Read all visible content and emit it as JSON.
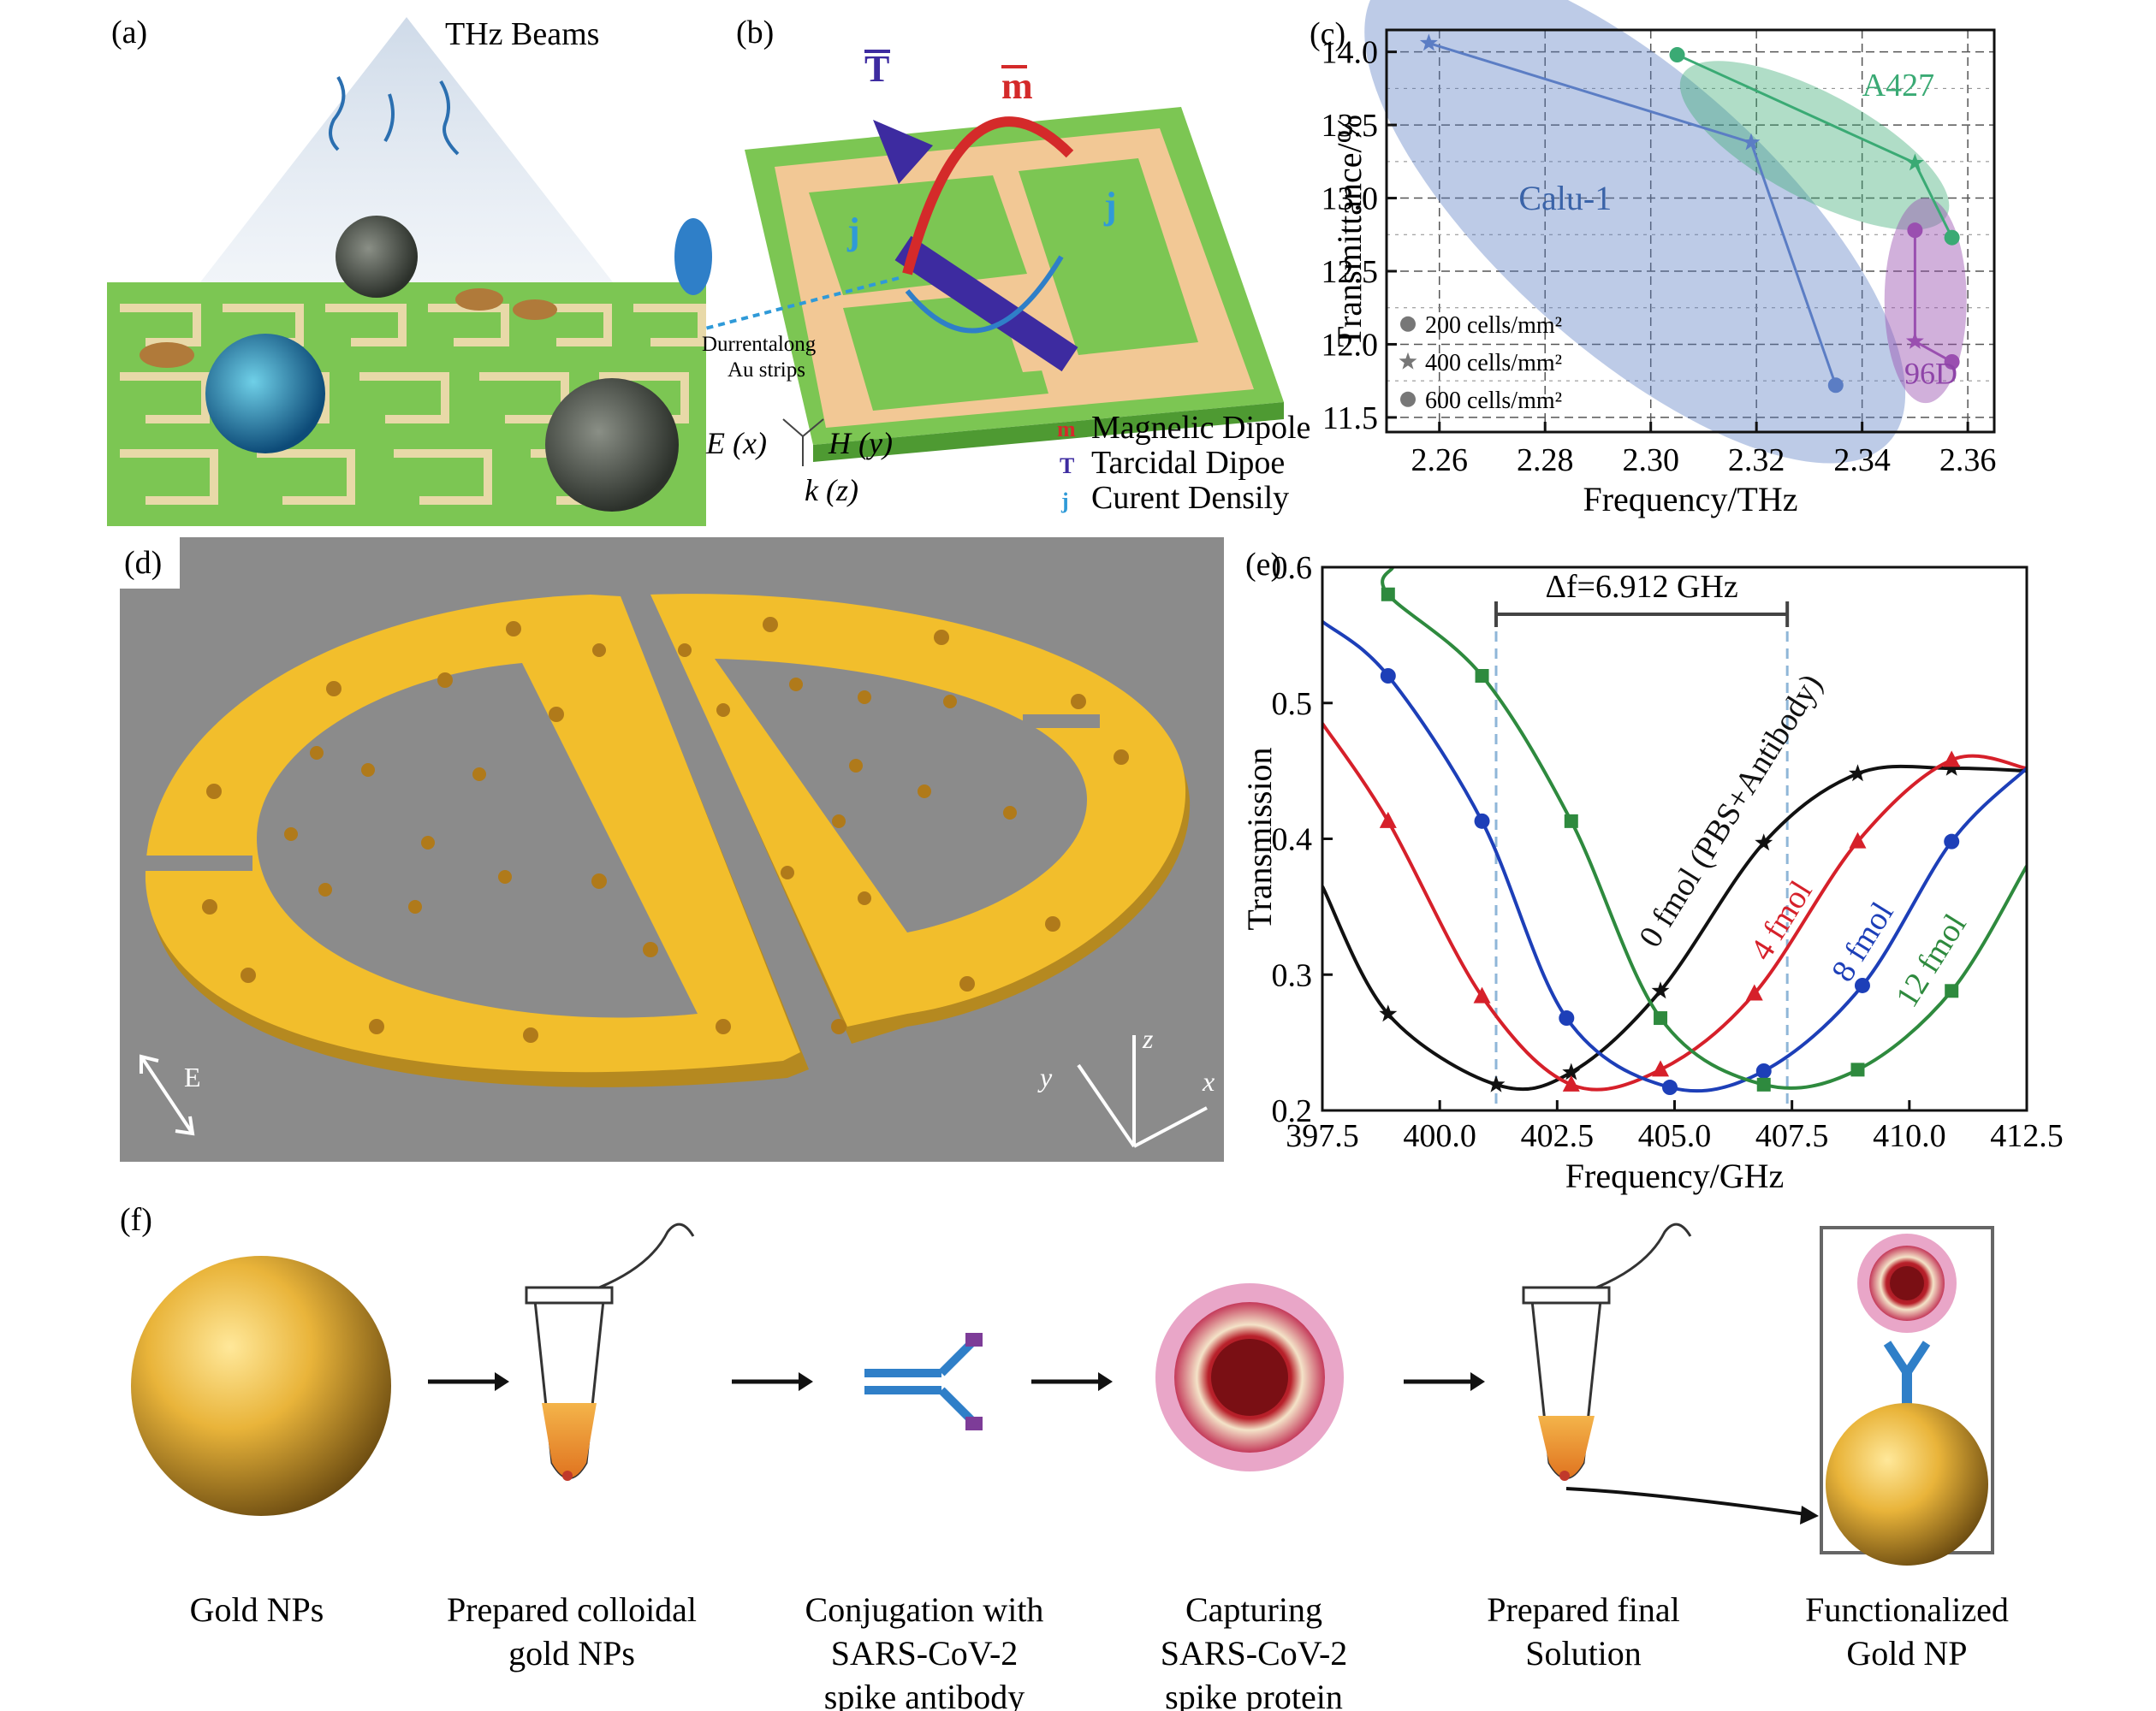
{
  "panels": {
    "a": {
      "label": "(a)",
      "beam_text": "THz Beams"
    },
    "b": {
      "label": "(b)",
      "vec_T": "T",
      "vec_m": "m",
      "vec_j": "j",
      "strip_label_1": "Durrentalong",
      "strip_label_2": "Au strips",
      "axes_E": "E (x)",
      "axes_H": "H (y)",
      "axes_k": "k (z)",
      "legend": [
        "Magnelic Dipole",
        "Tarcidal Dipoe",
        "Curent Densily"
      ]
    },
    "c": {
      "label": "(c)"
    },
    "d": {
      "label": "(d)",
      "pol_label": "E",
      "axis_x": "x",
      "axis_y": "y",
      "axis_z": "z"
    },
    "e": {
      "label": "(e)"
    },
    "f": {
      "label": "(f)",
      "steps": [
        [
          "Gold NPs"
        ],
        [
          "Prepared colloidal",
          "gold NPs"
        ],
        [
          "Conjugation with",
          "SARS-CoV-2",
          "spike antibody"
        ],
        [
          "Capturing",
          "SARS-CoV-2",
          "spike protein"
        ],
        [
          "Prepared final",
          "Solution"
        ],
        [
          "Functionalized",
          "Gold NP"
        ]
      ]
    }
  },
  "colors": {
    "green": "#3aa36a",
    "blue": "#1d3fb8",
    "red": "#d6202a",
    "black": "#111111",
    "purple": "#8e44a8",
    "gold": "#e5b53a"
  },
  "chart_data": [
    {
      "type": "scatter",
      "panel": "c",
      "xlabel": "Frequency/THz",
      "ylabel": "Transmittance/%",
      "xlim": [
        2.25,
        2.365
      ],
      "ylim": [
        11.4,
        14.15
      ],
      "xticks": [
        2.26,
        2.28,
        2.3,
        2.32,
        2.34,
        2.36
      ],
      "yticks": [
        11.5,
        12.0,
        12.5,
        13.0,
        13.5,
        14.0
      ],
      "grid": true,
      "legend": [
        "200 cells/mm²",
        "400 cells/mm²",
        "600 cells/mm²"
      ],
      "legend_position": "bottom-left",
      "series": [
        {
          "name": "Calu-1",
          "color": "#5b7dc4",
          "points": [
            [
              2.258,
              14.06
            ],
            [
              2.319,
              13.38
            ],
            [
              2.335,
              11.72
            ]
          ]
        },
        {
          "name": "A427",
          "color": "#3aaa74",
          "points": [
            [
              2.305,
              13.98
            ],
            [
              2.35,
              13.24
            ],
            [
              2.357,
              12.73
            ]
          ]
        },
        {
          "name": "96D",
          "color": "#9a4fb0",
          "points": [
            [
              2.35,
              12.78
            ],
            [
              2.35,
              12.02
            ],
            [
              2.357,
              11.88
            ]
          ]
        }
      ]
    },
    {
      "type": "line",
      "panel": "e",
      "xlabel": "Frequency/GHz",
      "ylabel": "Transmission",
      "xlim": [
        397.5,
        412.5
      ],
      "ylim": [
        0.2,
        0.6
      ],
      "xticks": [
        397.5,
        400.0,
        402.5,
        405.0,
        407.5,
        410.0,
        412.5
      ],
      "yticks": [
        0.2,
        0.3,
        0.4,
        0.5,
        0.6
      ],
      "annotation": "Δf=6.912 GHz",
      "annotation_span": [
        401.2,
        407.4
      ],
      "series": [
        {
          "name": "0 fmol (PBS+Antibody)",
          "color": "#111111",
          "marker": "star",
          "points": [
            [
              398.9,
              0.271
            ],
            [
              401.2,
              0.219
            ],
            [
              402.8,
              0.228
            ],
            [
              404.7,
              0.288
            ],
            [
              406.9,
              0.397
            ],
            [
              408.9,
              0.448
            ],
            [
              410.9,
              0.452
            ]
          ]
        },
        {
          "name": "4 fmol",
          "color": "#d6202a",
          "marker": "triangle",
          "points": [
            [
              398.9,
              0.413
            ],
            [
              400.9,
              0.284
            ],
            [
              402.8,
              0.219
            ],
            [
              404.7,
              0.23
            ],
            [
              406.7,
              0.286
            ],
            [
              408.9,
              0.398
            ],
            [
              410.9,
              0.458
            ]
          ]
        },
        {
          "name": "8 fmol",
          "color": "#1d3fb8",
          "marker": "circle",
          "points": [
            [
              398.9,
              0.52
            ],
            [
              400.9,
              0.413
            ],
            [
              402.7,
              0.268
            ],
            [
              404.9,
              0.217
            ],
            [
              406.9,
              0.229
            ],
            [
              409.0,
              0.292
            ],
            [
              410.9,
              0.398
            ]
          ]
        },
        {
          "name": "12 fmol",
          "color": "#2e8a3e",
          "marker": "square",
          "points": [
            [
              398.9,
              0.58
            ],
            [
              400.9,
              0.52
            ],
            [
              402.8,
              0.413
            ],
            [
              404.7,
              0.268
            ],
            [
              406.9,
              0.219
            ],
            [
              408.9,
              0.23
            ],
            [
              410.9,
              0.288
            ]
          ]
        }
      ]
    }
  ]
}
